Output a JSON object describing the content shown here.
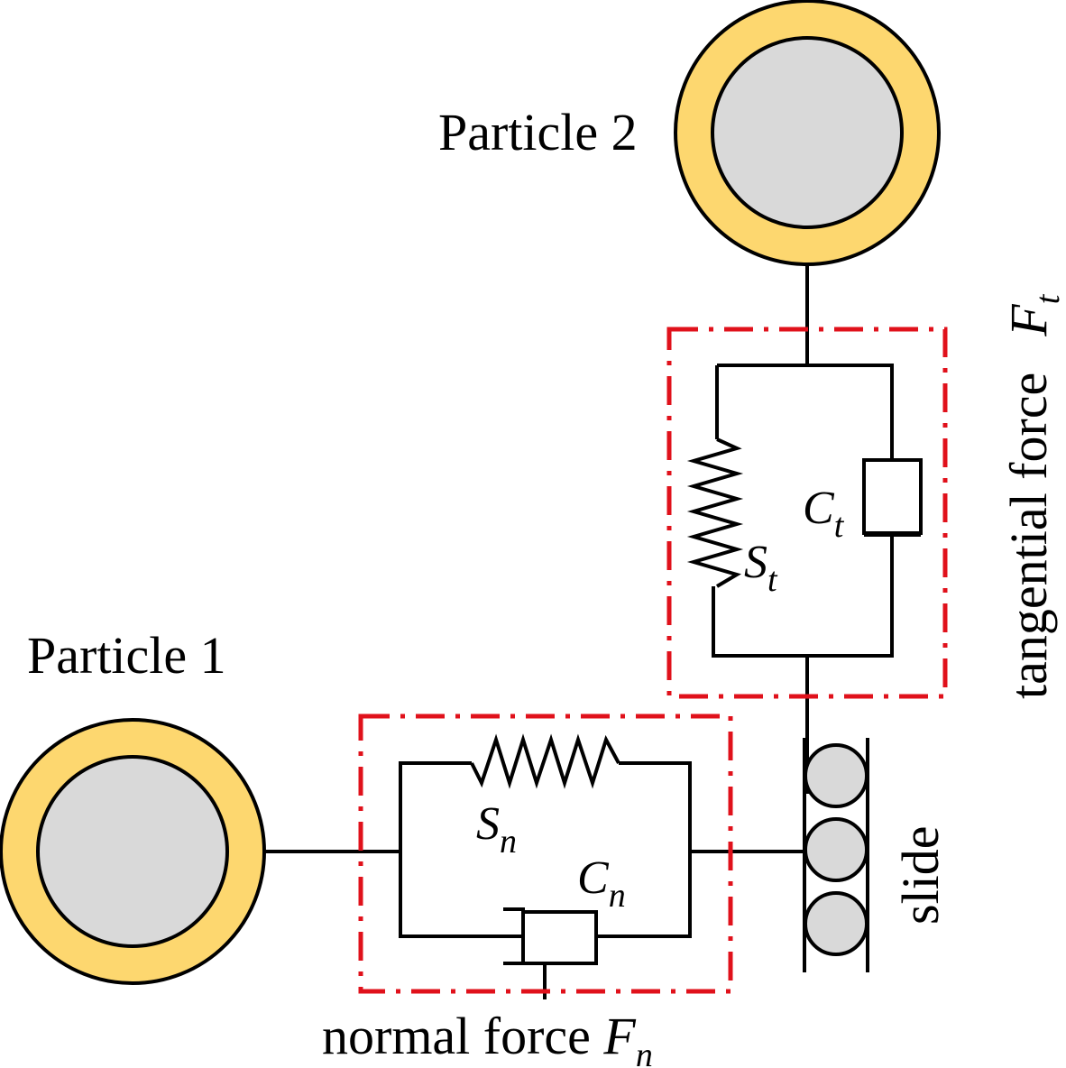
{
  "particles": {
    "p1": {
      "label": "Particle 1"
    },
    "p2": {
      "label": "Particle 2"
    }
  },
  "normal": {
    "spring": {
      "symbol": "S",
      "sub": "n"
    },
    "damper": {
      "symbol": "C",
      "sub": "n"
    },
    "force_text": "normal force ",
    "force_symbol": "F",
    "force_sub": "n"
  },
  "tangential": {
    "spring": {
      "symbol": "S",
      "sub": "t"
    },
    "damper": {
      "symbol": "C",
      "sub": "t"
    },
    "force_text": "tangential force",
    "force_symbol": "F",
    "force_sub": "t"
  },
  "slide": {
    "label": "slide"
  },
  "colors": {
    "particle_shell": "#fdd76f",
    "particle_core": "#d9d9d9",
    "dashed_box": "#e0111b",
    "line": "#000000"
  }
}
